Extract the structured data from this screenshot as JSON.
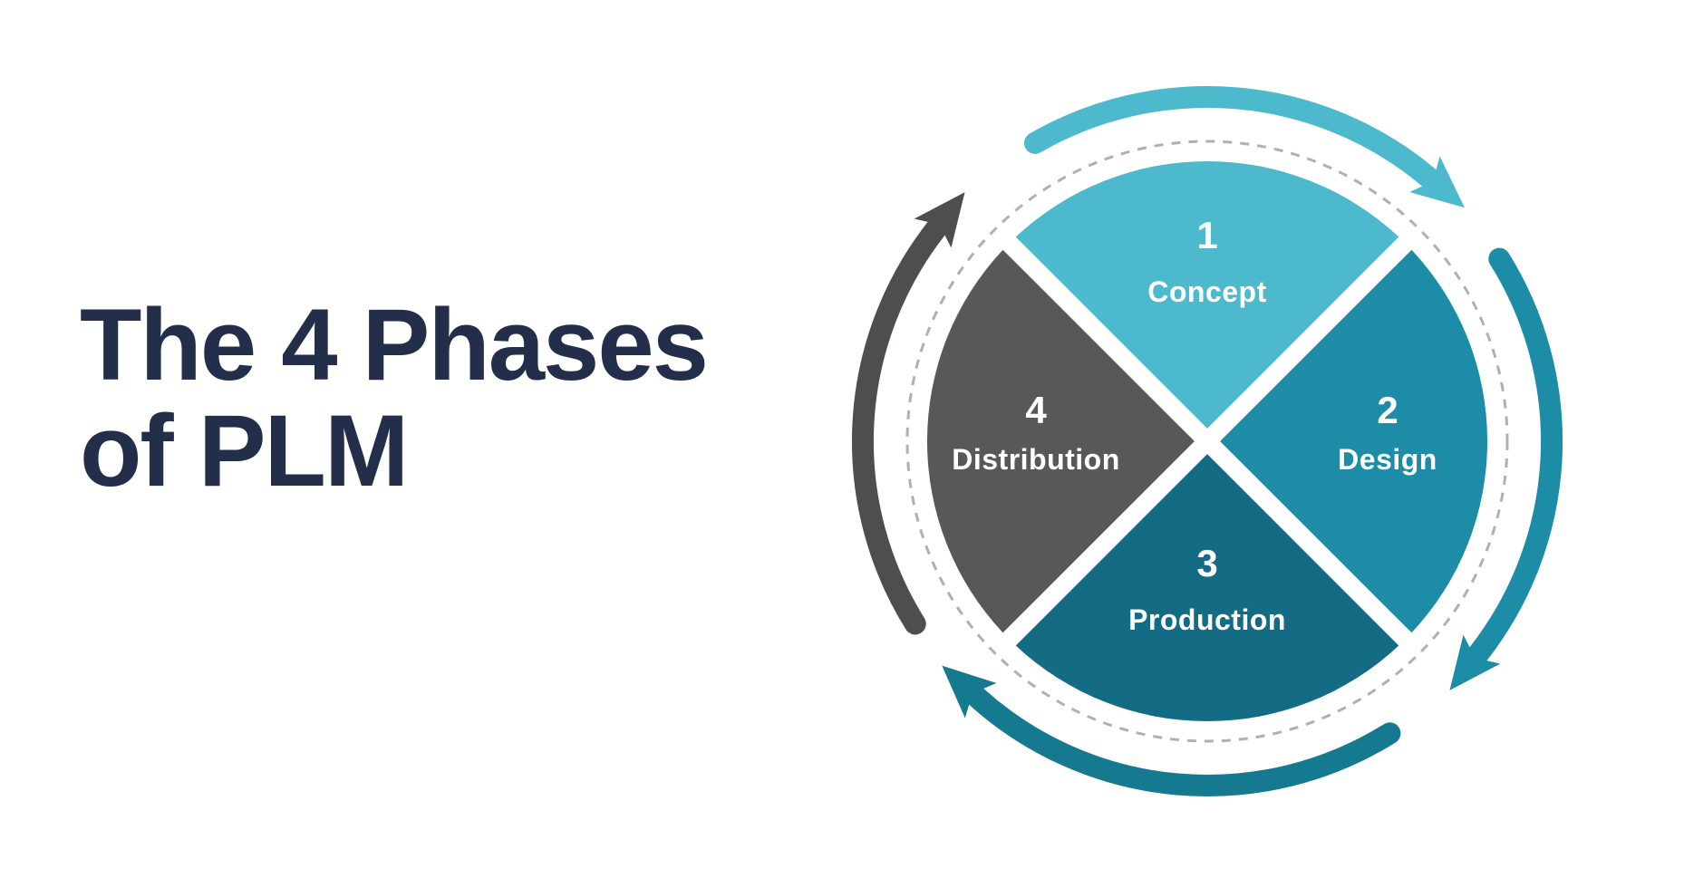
{
  "title": {
    "line1": "The 4 Phases",
    "line2": "of PLM",
    "color": "#232f4a"
  },
  "background_color": "#ffffff",
  "diagram": {
    "type": "cycle-wheel",
    "phases": [
      {
        "number": "1",
        "label": "Concept",
        "color": "#4cb9cd",
        "position": "top"
      },
      {
        "number": "2",
        "label": "Design",
        "color": "#1d8ca6",
        "position": "right"
      },
      {
        "number": "3",
        "label": "Production",
        "color": "#136c84",
        "position": "bottom"
      },
      {
        "number": "4",
        "label": "Distribution",
        "color": "#58585b",
        "position": "left"
      }
    ],
    "arrows": [
      {
        "name": "distribution-to-concept",
        "color": "#4d4e50"
      },
      {
        "name": "concept-to-design",
        "color": "#4cb9cd"
      },
      {
        "name": "design-to-production",
        "color": "#1d8ca6"
      },
      {
        "name": "production-to-distribution",
        "color": "#15798f"
      }
    ],
    "label_text_color": "#ffffff",
    "dashed_circle_color": "#b0b0b0"
  }
}
